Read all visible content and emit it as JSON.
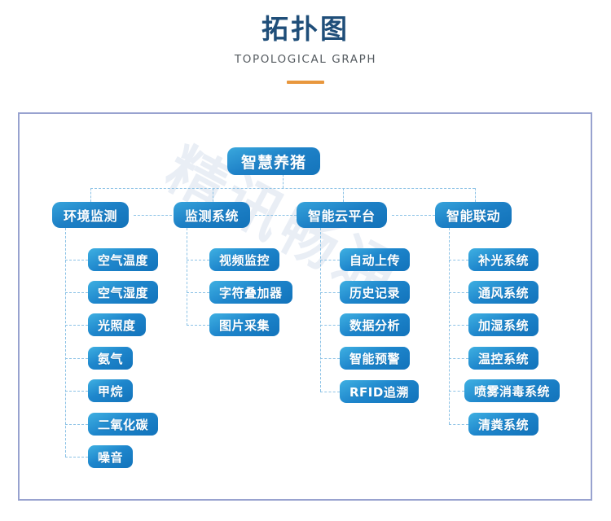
{
  "header": {
    "title_cn": "拓扑图",
    "title_en": "TOPOLOGICAL GRAPH",
    "accent_color": "#e8973d",
    "title_color": "#1f4e79"
  },
  "watermark": {
    "text": "精讯畅通"
  },
  "diagram": {
    "frame_border_color": "#98a2cf",
    "line_color": "#8cc2e6",
    "node_color": "#1d80c6",
    "root": {
      "label": "智慧养猪"
    },
    "branches": [
      {
        "label": "环境监测",
        "leaves": [
          {
            "label": "空气温度"
          },
          {
            "label": "空气湿度"
          },
          {
            "label": "光照度"
          },
          {
            "label": "氨气"
          },
          {
            "label": "甲烷"
          },
          {
            "label": "二氧化碳"
          },
          {
            "label": "噪音"
          }
        ]
      },
      {
        "label": "监测系统",
        "leaves": [
          {
            "label": "视频监控"
          },
          {
            "label": "字符叠加器"
          },
          {
            "label": "图片采集"
          }
        ]
      },
      {
        "label": "智能云平台",
        "leaves": [
          {
            "label": "自动上传"
          },
          {
            "label": "历史记录"
          },
          {
            "label": "数据分析"
          },
          {
            "label": "智能预警"
          },
          {
            "label": "RFID追溯"
          }
        ]
      },
      {
        "label": "智能联动",
        "leaves": [
          {
            "label": "补光系统"
          },
          {
            "label": "通风系统"
          },
          {
            "label": "加湿系统"
          },
          {
            "label": "温控系统"
          },
          {
            "label": "喷雾消毒系统"
          },
          {
            "label": "清粪系统"
          }
        ]
      }
    ]
  }
}
